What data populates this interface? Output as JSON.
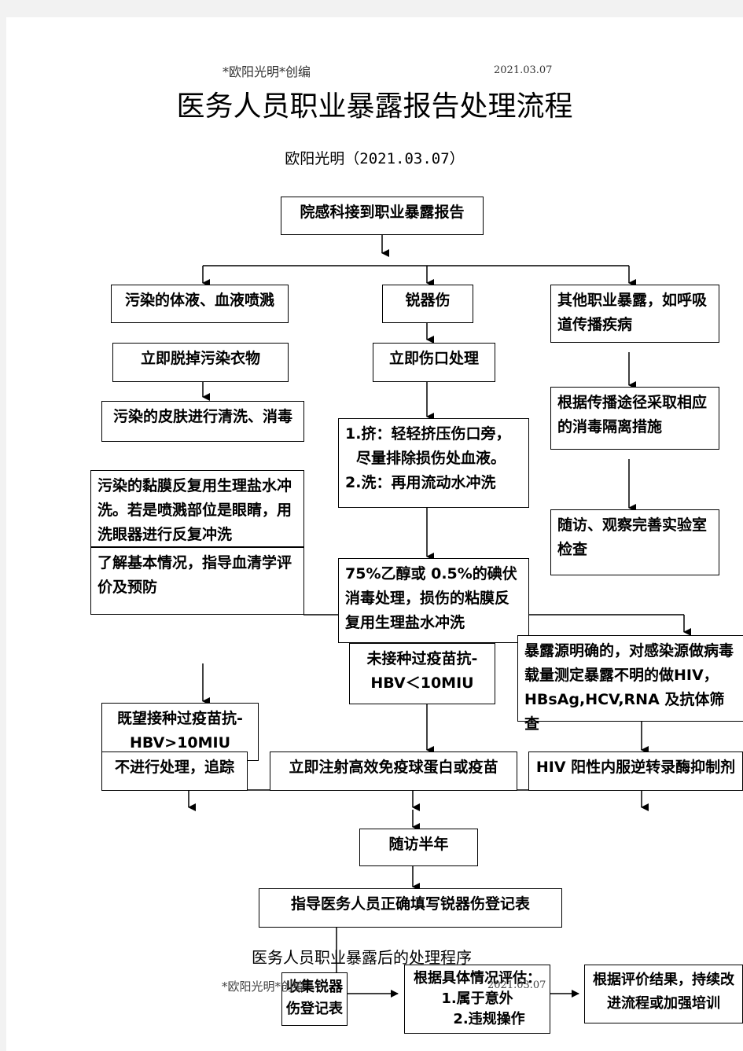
{
  "header": {
    "creator": "*欧阳光明*创编",
    "date": "2021.03.07",
    "title": "医务人员职业暴露报告处理流程",
    "author_line": "欧阳光明（2021.03.07）"
  },
  "nodes": {
    "report": "院感科接到职业暴露报告",
    "col1_a": "污染的体液、血液喷溅",
    "col1_b": "立即脱掉污染衣物",
    "col1_c": "污染的皮肤进行清洗、消毒",
    "col1_d": "污染的黏膜反复用生理盐水冲洗。若是喷溅部位是眼睛，用洗眼器进行反复冲洗",
    "col1_e": "了解基本情况，指导血清学评价及预防",
    "col2_a": "锐器伤",
    "col2_b": "立即伤口处理",
    "col2_c1": "1.挤：轻轻挤压伤口旁，",
    "col2_c2": "尽量排除损伤处血液。",
    "col2_c3": "2.洗：再用流动水冲洗",
    "col2_d": "75%乙醇或 0.5%的碘伏消毒处理，损伤的粘膜反复用生理盐水冲洗",
    "col3_a": "其他职业暴露，如呼吸道传播疾病",
    "col3_b": "根据传播途径采取相应的消毒隔离措施",
    "col3_c": "随访、观察完善实验室检查",
    "vac_yes": "既望接种过疫苗抗-HBV>10MIU",
    "no_treat": "不进行处理，追踪",
    "vac_no": "未接种过疫苗抗-HBV＜10MIU",
    "inject": "立即注射高效免疫球蛋白或疫苗",
    "source": "暴露源明确的，对感染源做病毒载量测定暴露不明的做HIV，HBsAg,HCV,RNA 及抗体筛查",
    "hiv": "HIV 阳性内服逆转录酶抑制剂",
    "follow": "随访半年",
    "register": "指导医务人员正确填写锐器伤登记表",
    "collect": "收集锐器伤登记表",
    "evaluate1": "根据具体情况评估：1.属于意外",
    "evaluate2": "2.违规操作",
    "improve": "根据评价结果，持续改进流程或加强培训"
  },
  "footer": {
    "subtitle": "医务人员职业暴露后的处理程序",
    "creator": "*欧阳光明*创编",
    "date": "2021.03.07"
  }
}
